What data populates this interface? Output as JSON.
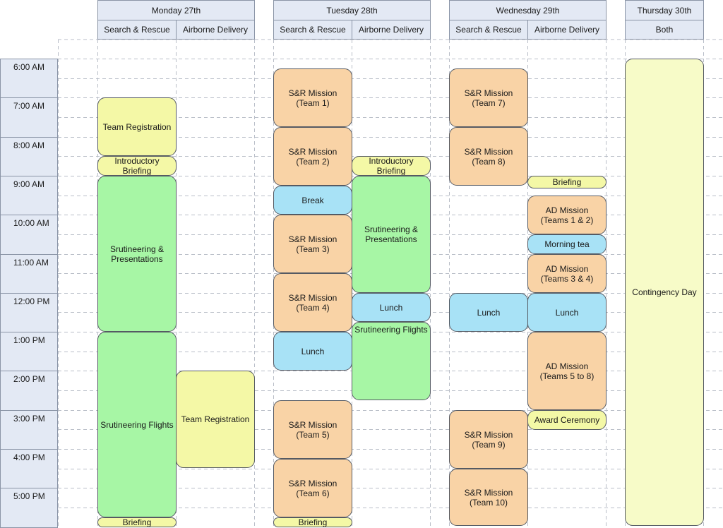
{
  "days": [
    {
      "label": "Monday 27th",
      "tracks": [
        "Search & Rescue",
        "Airborne Delivery"
      ]
    },
    {
      "label": "Tuesday 28th",
      "tracks": [
        "Search & Rescue",
        "Airborne Delivery"
      ]
    },
    {
      "label": "Wednesday 29th",
      "tracks": [
        "Search & Rescue",
        "Airborne Delivery"
      ]
    },
    {
      "label": "Thursday 30th",
      "tracks": [
        "Both"
      ]
    }
  ],
  "times": [
    "6:00 AM",
    "7:00 AM",
    "8:00 AM",
    "9:00 AM",
    "10:00 AM",
    "11:00 AM",
    "12:00 PM",
    "1:00 PM",
    "2:00 PM",
    "3:00 PM",
    "4:00 PM",
    "5:00 PM"
  ],
  "colors": {
    "registration": "#f4f8a6",
    "scrutineering": "#a7f6a5",
    "mission": "#f9d3a6",
    "break": "#a8e2f6",
    "contingency": "#f7fbc8"
  },
  "events": [
    {
      "col": 0,
      "start": 7.0,
      "end": 8.5,
      "label": "Team Registration",
      "color": "yellow"
    },
    {
      "col": 0,
      "start": 8.5,
      "end": 9.0,
      "label": "Introductory\nBriefing",
      "color": "yellow"
    },
    {
      "col": 0,
      "start": 9.0,
      "end": 13.0,
      "label": "Srutineering &\nPresentations",
      "color": "green"
    },
    {
      "col": 0,
      "start": 13.0,
      "end": 17.75,
      "label": "Srutineering Flights",
      "color": "green"
    },
    {
      "col": 0,
      "start": 17.75,
      "end": 18.1,
      "label": "Briefing",
      "color": "yellow"
    },
    {
      "col": 1,
      "start": 14.0,
      "end": 16.5,
      "label": "Team Registration",
      "color": "yellow"
    },
    {
      "col": 2,
      "start": 6.25,
      "end": 7.75,
      "label": "S&R Mission\n(Team 1)",
      "color": "orange"
    },
    {
      "col": 2,
      "start": 7.75,
      "end": 9.25,
      "label": "S&R Mission\n(Team 2)",
      "color": "orange"
    },
    {
      "col": 2,
      "start": 9.25,
      "end": 10.0,
      "label": "Break",
      "color": "blue"
    },
    {
      "col": 2,
      "start": 10.0,
      "end": 11.5,
      "label": "S&R Mission\n(Team 3)",
      "color": "orange"
    },
    {
      "col": 2,
      "start": 11.5,
      "end": 13.0,
      "label": "S&R Mission\n(Team 4)",
      "color": "orange"
    },
    {
      "col": 2,
      "start": 13.0,
      "end": 14.0,
      "label": "Lunch",
      "color": "blue"
    },
    {
      "col": 2,
      "start": 14.75,
      "end": 16.25,
      "label": "S&R Mission\n(Team 5)",
      "color": "orange"
    },
    {
      "col": 2,
      "start": 16.25,
      "end": 17.75,
      "label": "S&R Mission\n(Team 6)",
      "color": "orange"
    },
    {
      "col": 2,
      "start": 17.75,
      "end": 18.1,
      "label": "Briefing",
      "color": "yellow"
    },
    {
      "col": 3,
      "start": 8.5,
      "end": 9.0,
      "label": "Introductory\nBriefing",
      "color": "yellow"
    },
    {
      "col": 3,
      "start": 9.0,
      "end": 12.0,
      "label": "Srutineering &\nPresentations",
      "color": "green"
    },
    {
      "col": 3,
      "start": 12.0,
      "end": 12.75,
      "label": "Lunch",
      "color": "blue"
    },
    {
      "col": 3,
      "start": 12.75,
      "end": 14.75,
      "label": "Srutineering Flights",
      "color": "green",
      "top": true
    },
    {
      "col": 4,
      "start": 6.25,
      "end": 7.75,
      "label": "S&R Mission\n(Team 7)",
      "color": "orange"
    },
    {
      "col": 4,
      "start": 7.75,
      "end": 9.25,
      "label": "S&R Mission\n(Team 8)",
      "color": "orange"
    },
    {
      "col": 4,
      "start": 12.0,
      "end": 13.0,
      "label": "Lunch",
      "color": "blue"
    },
    {
      "col": 4,
      "start": 15.0,
      "end": 16.5,
      "label": "S&R Mission\n(Team 9)",
      "color": "orange"
    },
    {
      "col": 4,
      "start": 16.5,
      "end": 18.0,
      "label": "S&R Mission\n(Team 10)",
      "color": "orange"
    },
    {
      "col": 5,
      "start": 9.0,
      "end": 9.33,
      "label": "Briefing",
      "color": "yellow"
    },
    {
      "col": 5,
      "start": 9.5,
      "end": 10.5,
      "label": "AD Mission\n(Teams 1 & 2)",
      "color": "orange"
    },
    {
      "col": 5,
      "start": 10.5,
      "end": 11.0,
      "label": "Morning tea",
      "color": "blue"
    },
    {
      "col": 5,
      "start": 11.0,
      "end": 12.0,
      "label": "AD Mission\n(Teams 3 & 4)",
      "color": "orange"
    },
    {
      "col": 5,
      "start": 12.0,
      "end": 13.0,
      "label": "Lunch",
      "color": "blue"
    },
    {
      "col": 5,
      "start": 13.0,
      "end": 15.0,
      "label": "AD Mission\n(Teams 5 to 8)",
      "color": "orange"
    },
    {
      "col": 5,
      "start": 15.0,
      "end": 15.5,
      "label": "Award Ceremony",
      "color": "yellow"
    },
    {
      "col": 6,
      "start": 6.0,
      "end": 18.1,
      "label": "Contingency Day",
      "color": "yellowlt"
    }
  ]
}
